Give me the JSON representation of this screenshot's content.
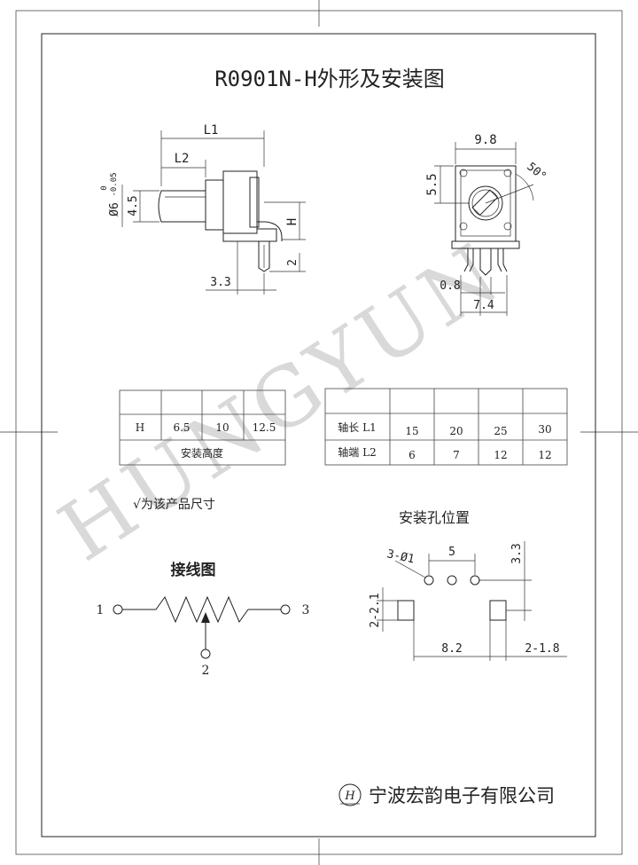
{
  "title": "R0901N-H外形及安装图",
  "watermark": "HUNGYUN",
  "front_view": {
    "l1": "L1",
    "l2": "L2",
    "shaft_dia": "Ø6",
    "tol_upper": "0",
    "tol_lower": "-0.05",
    "h45": "4.5",
    "h": "H",
    "d33": "3.3",
    "d2": "2"
  },
  "top_view": {
    "w98": "9.8",
    "h55": "5.5",
    "angle": "50°",
    "d08": "0.8",
    "d74": "7.4"
  },
  "table_height": {
    "header": "H",
    "values": [
      "6.5",
      "10",
      "12.5"
    ],
    "caption": "安装高度"
  },
  "table_shaft": {
    "row1_label": "轴长  L1",
    "row1_values": [
      "15",
      "20",
      "25",
      "30"
    ],
    "row2_label": "轴端  L2",
    "row2_values": [
      "6",
      "7",
      "12",
      "12"
    ]
  },
  "note": "√为该产品尺寸",
  "wiring": {
    "title": "接线图",
    "pin1": "1",
    "pin2": "2",
    "pin3": "3"
  },
  "mounting": {
    "title": "安装孔位置",
    "holes": "3-Ø1",
    "d5": "5",
    "d33": "3.3",
    "d21": "2-2.1",
    "d82": "8.2",
    "d18": "2-1.8"
  },
  "company": {
    "logo": "H",
    "name": "宁波宏韵电子有限公司"
  }
}
